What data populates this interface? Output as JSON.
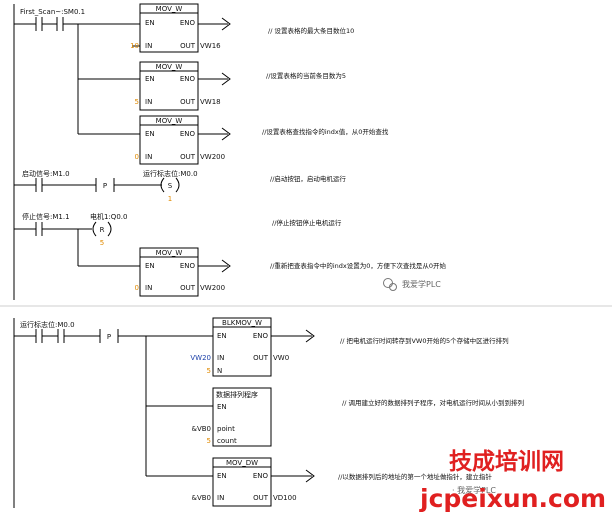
{
  "network1": {
    "contact_first_scan": "First_Scan~:SM0.1",
    "mov1": {
      "title": "MOV_W",
      "en": "EN",
      "eno": "ENO",
      "in_pin": "IN",
      "out_pin": "OUT",
      "in_val": "10",
      "out_val": "VW16",
      "comment": "// 设置表格的最大条目数位10"
    },
    "mov2": {
      "title": "MOV_W",
      "en": "EN",
      "eno": "ENO",
      "in_pin": "IN",
      "out_pin": "OUT",
      "in_val": "5",
      "out_val": "VW18",
      "comment": "//设置表格的当前条目数为5"
    },
    "mov3": {
      "title": "MOV_W",
      "en": "EN",
      "eno": "ENO",
      "in_pin": "IN",
      "out_pin": "OUT",
      "in_val": "0",
      "out_val": "VW200",
      "comment": "//设置表格查找指令的indx值，从0开始查找"
    }
  },
  "network2": {
    "contact_start": "启动信号:M1.0",
    "p_label": "P",
    "coil_set_label": "运行标志位:M0.0",
    "coil_set_letter": "S",
    "coil_set_n": "1",
    "comment": "//启动按钮，启动电机运行"
  },
  "network3": {
    "contact_stop": "停止信号:M1.1",
    "coil_reset_label": "电机1:Q0.0",
    "coil_reset_letter": "R",
    "coil_reset_n": "5",
    "comment": "//停止按钮停止电机运行",
    "mov4": {
      "title": "MOV_W",
      "en": "EN",
      "eno": "ENO",
      "in_pin": "IN",
      "out_pin": "OUT",
      "in_val": "0",
      "out_val": "VW200",
      "comment": "//重新把查表指令中的indx设置为0，方便下次查找是从0开始"
    }
  },
  "network4": {
    "contact_run": "运行标志位:M0.0",
    "p_label": "P",
    "blkmov": {
      "title": "BLKMOV_W",
      "en": "EN",
      "eno": "ENO",
      "in_pin": "IN",
      "out_pin": "OUT",
      "n_pin": "N",
      "in_val": "VW20",
      "n_val": "5",
      "out_val": "VW0",
      "comment": "// 把电机运行时间转存到VW0开始的5个存储中区进行排列"
    },
    "sub": {
      "title": "数据排列程序",
      "en": "EN",
      "pin1": "point",
      "pin2": "count",
      "in1_val": "&VB0",
      "in2_val": "5",
      "comment": "// 调用建立好的数据排列子程序，对电机运行时间从小到到排列"
    },
    "movdw": {
      "title": "MOV_DW",
      "en": "EN",
      "eno": "ENO",
      "in_pin": "IN",
      "out_pin": "OUT",
      "in_val": "&VB0",
      "out_val": "VD100",
      "comment": "//以数据排列后的地址的第一个地址做指针，建立指针"
    }
  },
  "watermark": {
    "wechat": "我爱学PLC",
    "brand_cn": "技成培训网",
    "brand_url": "jcpeixun.com",
    "overlap_text": "· 我爱学PLC"
  }
}
